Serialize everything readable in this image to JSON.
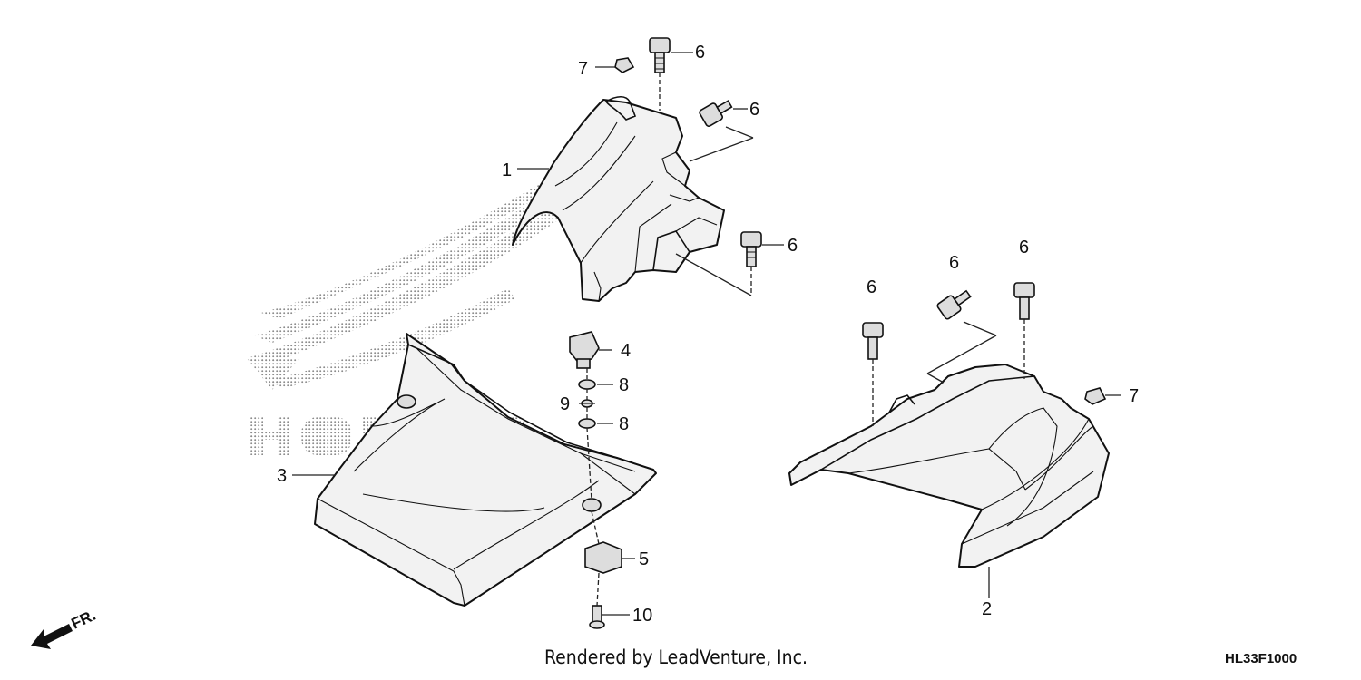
{
  "diagram": {
    "callouts": [
      {
        "id": "c-7-top",
        "text": "7"
      },
      {
        "id": "c-6-top",
        "text": "6"
      },
      {
        "id": "c-6-upper-right",
        "text": "6"
      },
      {
        "id": "c-1",
        "text": "1"
      },
      {
        "id": "c-6-mid",
        "text": "6"
      },
      {
        "id": "c-4",
        "text": "4"
      },
      {
        "id": "c-8-a",
        "text": "8"
      },
      {
        "id": "c-9",
        "text": "9"
      },
      {
        "id": "c-8-b",
        "text": "8"
      },
      {
        "id": "c-3",
        "text": "3"
      },
      {
        "id": "c-5",
        "text": "5"
      },
      {
        "id": "c-10",
        "text": "10"
      },
      {
        "id": "c-6-r1",
        "text": "6"
      },
      {
        "id": "c-6-r2",
        "text": "6"
      },
      {
        "id": "c-6-r3",
        "text": "6"
      },
      {
        "id": "c-7-right",
        "text": "7"
      },
      {
        "id": "c-2",
        "text": "2"
      }
    ],
    "direction_indicator": "FR.",
    "credit": "Rendered by LeadVenture, Inc.",
    "diagram_code": "HL33F1000",
    "watermark_text": "HONDA",
    "colors": {
      "line": "#111111",
      "part_fill": "#f2f2f2",
      "watermark": "#8a8a8a"
    }
  }
}
